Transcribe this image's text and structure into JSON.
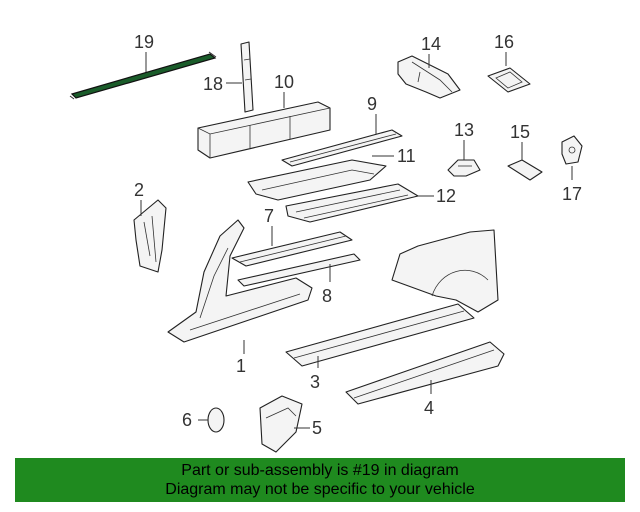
{
  "diagram": {
    "callouts": [
      "1",
      "2",
      "3",
      "4",
      "5",
      "6",
      "7",
      "8",
      "9",
      "10",
      "11",
      "12",
      "13",
      "14",
      "15",
      "16",
      "17",
      "18",
      "19"
    ],
    "highlight_color": "#1a5c2a"
  },
  "banner": {
    "line1": "Part or sub-assembly is #19 in diagram",
    "line2": "Diagram may not be specific to your vehicle",
    "color": "#1f8a1f"
  }
}
